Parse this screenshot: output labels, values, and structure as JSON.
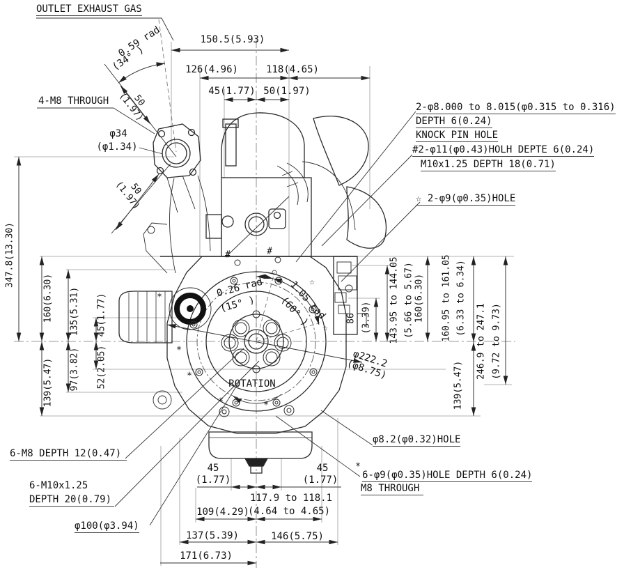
{
  "drawing_type": "engine outline dimension drawing (flywheel side view)",
  "colors": {
    "line": "#2a2a2a",
    "extension_line": "#b3b3b3",
    "text": "#111111",
    "background": "#ffffff"
  },
  "symbols": {
    "star": "☆",
    "hash": "#",
    "asterisk": "*"
  },
  "labels": {
    "outlet": "OUTLET EXHAUST GAS",
    "rad34_1": "0.59 rad",
    "rad34_2": "(34°  )",
    "d1505": "150.5(5.93)",
    "d126": "126(4.96)",
    "d118": "118(4.65)",
    "d45t": "45(1.77)",
    "d50t": "50(1.97)",
    "m8through": "4-M8 THROUGH",
    "dia34_1": "φ34",
    "dia34_2": "(φ1.34)",
    "fifty": "50",
    "one97": "(1.97)",
    "n1": "2-φ8.000 to 8.015(φ0.315 to 0.316)",
    "n2": "DEPTH 6(0.24)",
    "n3": "KNOCK PIN HOLE",
    "n4": "#2-φ11(φ0.43)HOLH DEPTE 6(0.24)",
    "n5": "M10x1.25 DEPTH 18(0.71)",
    "n6": "☆ 2-φ9(φ0.35)HOLE",
    "d3478": "347.8(13.30)",
    "d160": "160(6.30)",
    "d135": "135(5.31)",
    "d45": "45(1.77)",
    "d139": "139(5.47)",
    "d97": "97(3.82)",
    "d52": "52(2.05)",
    "rad15_1": "0.26 rad",
    "rad15_2": "(15°  )",
    "rad60_1": "1.05 rad",
    "rad60_2": "(60°  )",
    "d86": "86",
    "d86i": "(3.39)",
    "d143": "143.95 to 144.05",
    "d143i": "(5.66 to 5.67)",
    "d161": "160.95 to 161.05",
    "d161i": "(6.33 to 6.34)",
    "d247": "246.9 to 247.1",
    "d247i": "(9.72 to 9.73)",
    "dia222_1": "φ222.2",
    "dia222_2": "(φ8.75)",
    "rotation": "ROTATION",
    "n6m8": "6-M8 DEPTH 12(0.47)",
    "n6m10_1": "6-M10x1.25",
    "n6m10_2": "DEPTH 20(0.79)",
    "dia100": "φ100(φ3.94)",
    "f45": "45",
    "f177": "(1.77)",
    "d1179": "117.9 to 118.1",
    "d1179i": "(4.64 to 4.65)",
    "d109": "109(4.29)",
    "d137": "137(5.39)",
    "d146": "146(5.75)",
    "d171": "171(6.73)",
    "nphi82": "φ8.2(φ0.32)HOLE",
    "n6phi9_1": "6-φ9(φ0.35)HOLE DEPTH 6(0.24)",
    "n6phi9_2": "M8 THROUGH"
  }
}
